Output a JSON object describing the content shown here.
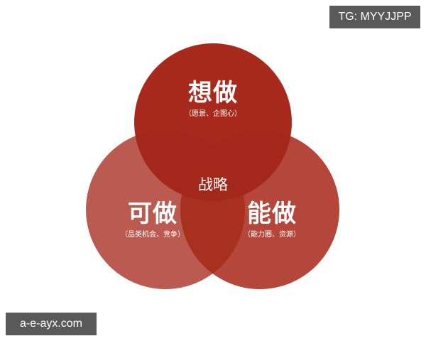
{
  "diagram": {
    "type": "venn",
    "colors": {
      "top_circle": "#a82a1c",
      "left_circle": "#bb5a50",
      "right_circle": "#b5463a",
      "center_overlap": "#a82a1c",
      "text": "#ffffff"
    },
    "circles": [
      {
        "id": "want",
        "title": "想做",
        "subtitle": "（愿景、企图心）"
      },
      {
        "id": "can-do",
        "title": "可做",
        "subtitle": "（品类机会、竞争）"
      },
      {
        "id": "able",
        "title": "能做",
        "subtitle": "（能力圈、资源）"
      }
    ],
    "center": {
      "label": "战略"
    }
  },
  "watermarks": {
    "top_right": "TG: MYYJJPP",
    "bottom_left": "a-e-ayx.com"
  }
}
